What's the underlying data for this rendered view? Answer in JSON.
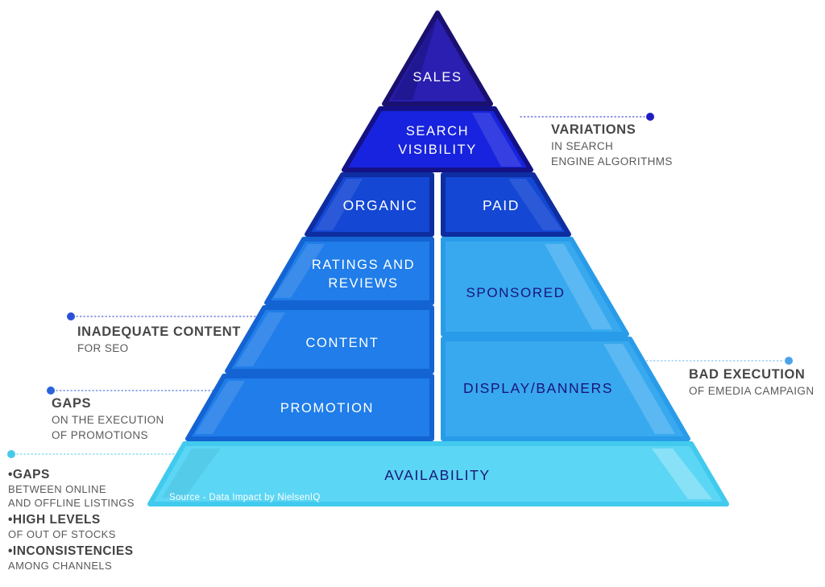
{
  "pyramid": {
    "source_note": "Source - Data Impact by NielsenIQ",
    "layers": {
      "sales": {
        "label": "SALES"
      },
      "search_visibility": {
        "line1": "SEARCH",
        "line2": "VISIBILITY"
      },
      "organic": {
        "label": "ORGANIC"
      },
      "paid": {
        "label": "PAID"
      },
      "ratings_reviews": {
        "line1": "RATINGS AND",
        "line2": "REVIEWS"
      },
      "sponsored": {
        "label": "SPONSORED"
      },
      "content": {
        "label": "CONTENT"
      },
      "display_banners": {
        "label": "DISPLAY/BANNERS"
      },
      "promotion": {
        "label": "PROMOTION"
      },
      "availability": {
        "label": "AVAILABILITY"
      }
    }
  },
  "annotations": {
    "variations": {
      "heading": "VARIATIONS",
      "lines": [
        "IN SEARCH",
        "ENGINE ALGORITHMS"
      ]
    },
    "inadequate_content": {
      "heading": "INADEQUATE CONTENT",
      "lines": [
        "FOR SEO"
      ]
    },
    "gaps_promotions": {
      "heading": "GAPS",
      "lines": [
        "ON THE EXECUTION",
        "OF PROMOTIONS"
      ]
    },
    "bad_execution": {
      "heading": "BAD EXECUTION",
      "lines": [
        "OF EMEDIA CAMPAIGN"
      ]
    },
    "availability_issues": {
      "items": [
        {
          "heading": "•GAPS",
          "lines": [
            "BETWEEN ONLINE",
            "AND OFFLINE LISTINGS"
          ]
        },
        {
          "heading": "•HIGH LEVELS",
          "lines": [
            "OF OUT OF STOCKS"
          ]
        },
        {
          "heading": "•INCONSISTENCIES",
          "lines": [
            "AMONG CHANNELS"
          ]
        }
      ]
    }
  },
  "colors": {
    "sales_fill": "#2A1FB1",
    "sales_border": "#1A1070",
    "search_fill": "#1723DE",
    "search_border": "#141187",
    "organic_paid_fill": "#1347D4",
    "organic_paid_border": "#0E2DA0",
    "left_row_fill": "#207DE9",
    "left_row_border": "#1363D2",
    "right_row_fill": "#38A9EF",
    "right_row_border": "#289CE8",
    "availability_fill": "#5BD6F4",
    "availability_border": "#41CAEE",
    "navy_text": "#1B1478",
    "annotation_heading": "#474747",
    "annotation_body": "#5A5A5A",
    "dot_dark_blue": "#1E1EC2",
    "dot_royal_blue": "#2B50D8",
    "dot_bright_blue": "#2B62DD",
    "dot_light_blue": "#4BA4EA",
    "dot_cyan": "#47C9EB"
  }
}
